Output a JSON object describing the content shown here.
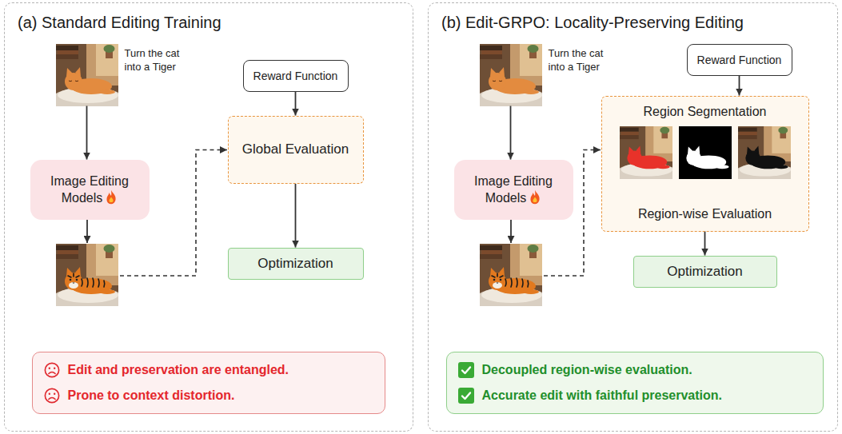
{
  "diagram": {
    "nodes": [
      {
        "text": [
          "(a) Standard Editing Training"
        ]
      },
      {
        "text": [
          "Turn the cat into a Tiger"
        ],
        "in": 0
      },
      {
        "text": [
          "Image Editing Models"
        ],
        "in": 0
      },
      {
        "text": [
          "Reward Function"
        ],
        "in": 0
      },
      {
        "text": [
          "Global Evaluation"
        ],
        "in": 0
      },
      {
        "text": [
          "Optimization"
        ],
        "in": 0
      },
      {
        "text": [
          "Edit and preservation are entangled.",
          "Prone to context distortion."
        ],
        "in": 0
      },
      {
        "text": [
          "(b) Edit-GRPO: Locality-Preserving Editing"
        ]
      },
      {
        "text": [
          "Turn the cat into a Tiger"
        ],
        "in": 7
      },
      {
        "text": [
          "Image Editing Models"
        ],
        "in": 7
      },
      {
        "text": [
          "Reward Function"
        ],
        "in": 7
      },
      {
        "text": [
          "Region Segmentation",
          "Region-wise Evaluation"
        ],
        "in": 7
      },
      {
        "text": [
          "Optimization"
        ],
        "in": 7
      },
      {
        "text": [
          "Decoupled region-wise evaluation.",
          "Accurate edit with faithful preservation."
        ],
        "in": 7
      }
    ],
    "edges": [
      {
        "from": 1,
        "to": 2,
        "arrow": "to"
      },
      {
        "from": 3,
        "to": 4,
        "arrow": "to"
      },
      {
        "from": 4,
        "to": 5,
        "arrow": "to"
      },
      {
        "from": 8,
        "to": 9,
        "arrow": "to"
      },
      {
        "from": 10,
        "to": 11,
        "arrow": "to"
      },
      {
        "from": 11,
        "to": 12,
        "arrow": "to"
      }
    ]
  }
}
